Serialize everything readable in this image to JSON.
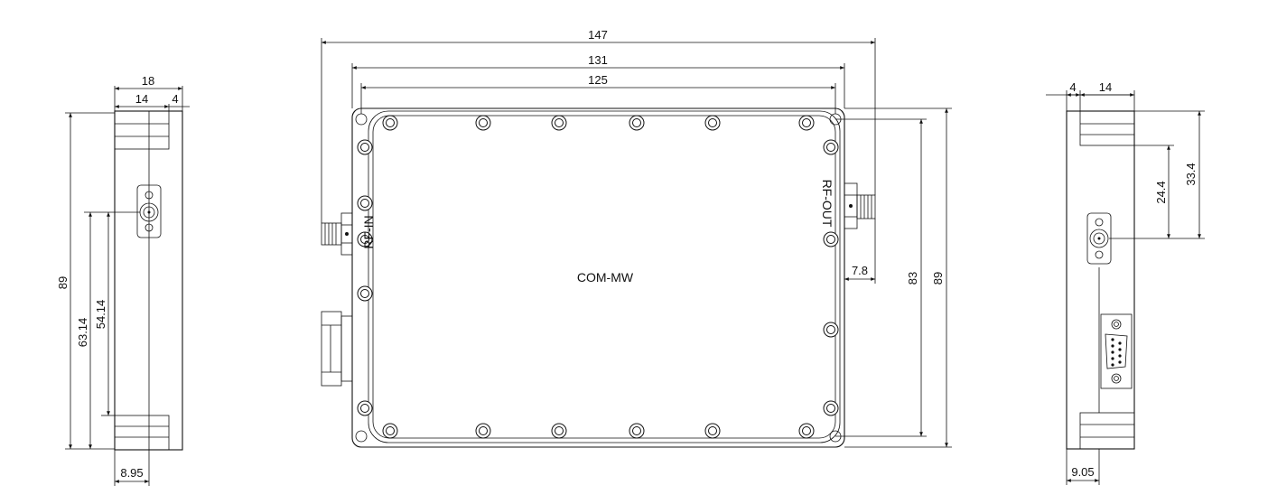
{
  "drawing": {
    "product_label": "COM-MW",
    "port_in_label": "RF-IN",
    "port_out_label": "RF-OUT",
    "left_view": {
      "dims": {
        "top_total": "18",
        "top_inner": "14",
        "top_small": "4",
        "height": "89",
        "conn_height_outer": "63.14",
        "conn_height_inner": "54.14",
        "bottom_offset": "8.95"
      }
    },
    "main_view": {
      "dims": {
        "overall_width": "147",
        "flange_width": "131",
        "body_width": "125",
        "mount_height": "83",
        "overall_height": "89",
        "connector_depth": "7.8"
      }
    },
    "right_view": {
      "dims": {
        "top_small": "4",
        "top_inner": "14",
        "conn_offset": "24.4",
        "conn_offset_total": "33.4",
        "bottom_offset": "9.05"
      }
    }
  }
}
